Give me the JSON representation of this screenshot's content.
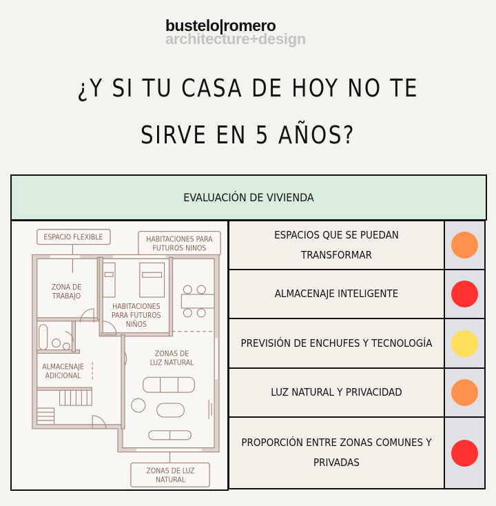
{
  "logo": {
    "line1": "bustelo|romero",
    "line2": "architecture+design"
  },
  "title": {
    "line1": "¿Y SI TU CASA DE HOY NO TE",
    "line2": "SIRVE EN 5 AÑOS?"
  },
  "table": {
    "header": "EVALUACIÓN DE VIVIENDA",
    "rows": [
      {
        "label": "ESPACIOS QUE SE PUEDAN TRANSFORMAR",
        "status": "orange",
        "color": "#ff914d"
      },
      {
        "label": "ALMACENAJE INTELIGENTE",
        "status": "red",
        "color": "#ff3131"
      },
      {
        "label": "PREVISIÓN DE ENCHUFES Y TECNOLOGÍA",
        "status": "yellow",
        "color": "#ffde59"
      },
      {
        "label": "LUZ NATURAL Y PRIVACIDAD",
        "status": "orange",
        "color": "#ff914d"
      },
      {
        "label": "PROPORCIÓN ENTRE ZONAS COMUNES Y PRIVADAS",
        "status": "red",
        "color": "#ff3131"
      }
    ]
  },
  "plan": {
    "callout_flexible": "ESPACIO FLEXIBLE",
    "callout_kids": [
      "HABITACIONES PARA",
      "FUTUROS NINOS"
    ],
    "callout_light": [
      "ZONAS DE LUZ",
      "NATURAL"
    ],
    "room_work": [
      "ZONA DE",
      "TRABAJO"
    ],
    "room_kids": [
      "HABITACIONES",
      "PARA FUTUROS",
      "NIÑOS"
    ],
    "room_storage": [
      "ALMACENAJE",
      "ADICIONAL"
    ],
    "room_light": [
      "ZONAS DE",
      "LUZ NATURAL"
    ]
  }
}
